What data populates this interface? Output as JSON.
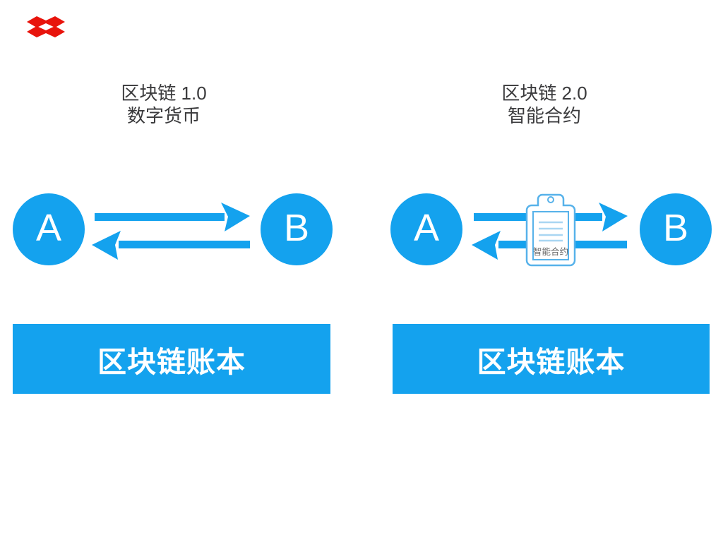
{
  "colors": {
    "primary_blue": "#14a2ee",
    "logo_red": "#e8140c",
    "title_text": "#3a3a3c",
    "banner_text": "#ffffff",
    "node_text": "#ffffff",
    "clipboard_fill": "#ffffff",
    "clipboard_outline": "#57b2ea",
    "clipboard_lines": "#a9d6f2",
    "clipboard_label_text": "#666666"
  },
  "diagrams": [
    {
      "title_line1": "区块链 1.0",
      "title_line2": "数字货币",
      "node_a": "A",
      "node_b": "B",
      "banner_label": "区块链账本"
    },
    {
      "title_line1": "区块链 2.0",
      "title_line2": "智能合约",
      "node_a": "A",
      "node_b": "B",
      "contract_label": "智能合约",
      "banner_label": "区块链账本"
    }
  ]
}
